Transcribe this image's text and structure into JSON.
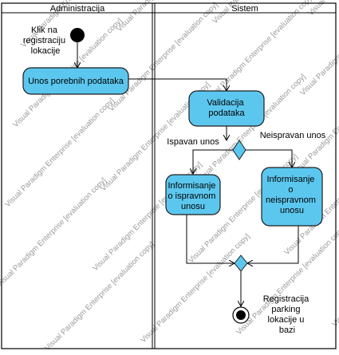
{
  "swimlanes": [
    {
      "title": "Administracija"
    },
    {
      "title": "Sistem"
    }
  ],
  "start_label": [
    "Klik na",
    "registraciju",
    "lokacije"
  ],
  "actions": {
    "unos": [
      "Unos porebnih podataka"
    ],
    "validacija": [
      "Validacija",
      "podataka"
    ],
    "info_ispravan": [
      "Informisanje",
      "o ispravnom",
      "unosu"
    ],
    "info_neispravan": [
      "Informisanje",
      "o",
      "neispravnom",
      "unosu"
    ]
  },
  "guards": {
    "ispravan": "Ispavan unos",
    "neispravan": "Neispravan unos"
  },
  "end_label": [
    "Registracija",
    "parking",
    "lokacije u",
    "bazi"
  ],
  "watermark": "Visual Paradigm Enterprise [evaluation copy]",
  "colors": {
    "action_fill": "#5cc7ee",
    "action_stroke": "#1d1d1d",
    "diamond_fill": "#5cc7ee",
    "line": "#000000",
    "node": "#000000",
    "watermark": "#9a9a9a"
  }
}
